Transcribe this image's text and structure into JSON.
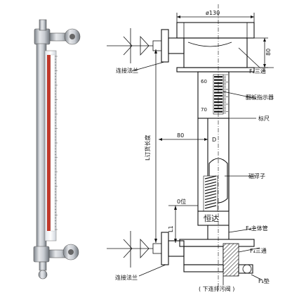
{
  "dimensions": {
    "width_label": "ø130",
    "height_label": "80",
    "offset_label": "80",
    "zero_label": "0位",
    "l1_label": "L1",
    "range_label": "L订货长度"
  },
  "labels": {
    "top_flange": "连接法兰",
    "bottom_flange": "连接法兰",
    "f4_tee_top": "F₄三通",
    "flip_indicator": "翻板指示器",
    "scale": "标尺",
    "float": "磁浮子",
    "main_tube": "F₄主体管",
    "f4_tee_bottom": "F₄三通",
    "f4_pad": "F₄垫",
    "drain_valve": "( 下连排污阀 )",
    "brand": "恒达",
    "center_mark": "D"
  },
  "scale_ticks": [
    "60",
    "70"
  ],
  "colors": {
    "line": "#111111",
    "indicator_white": "#ffffff",
    "indicator_red": "#c0392b",
    "steel": "#b8bcc2"
  }
}
